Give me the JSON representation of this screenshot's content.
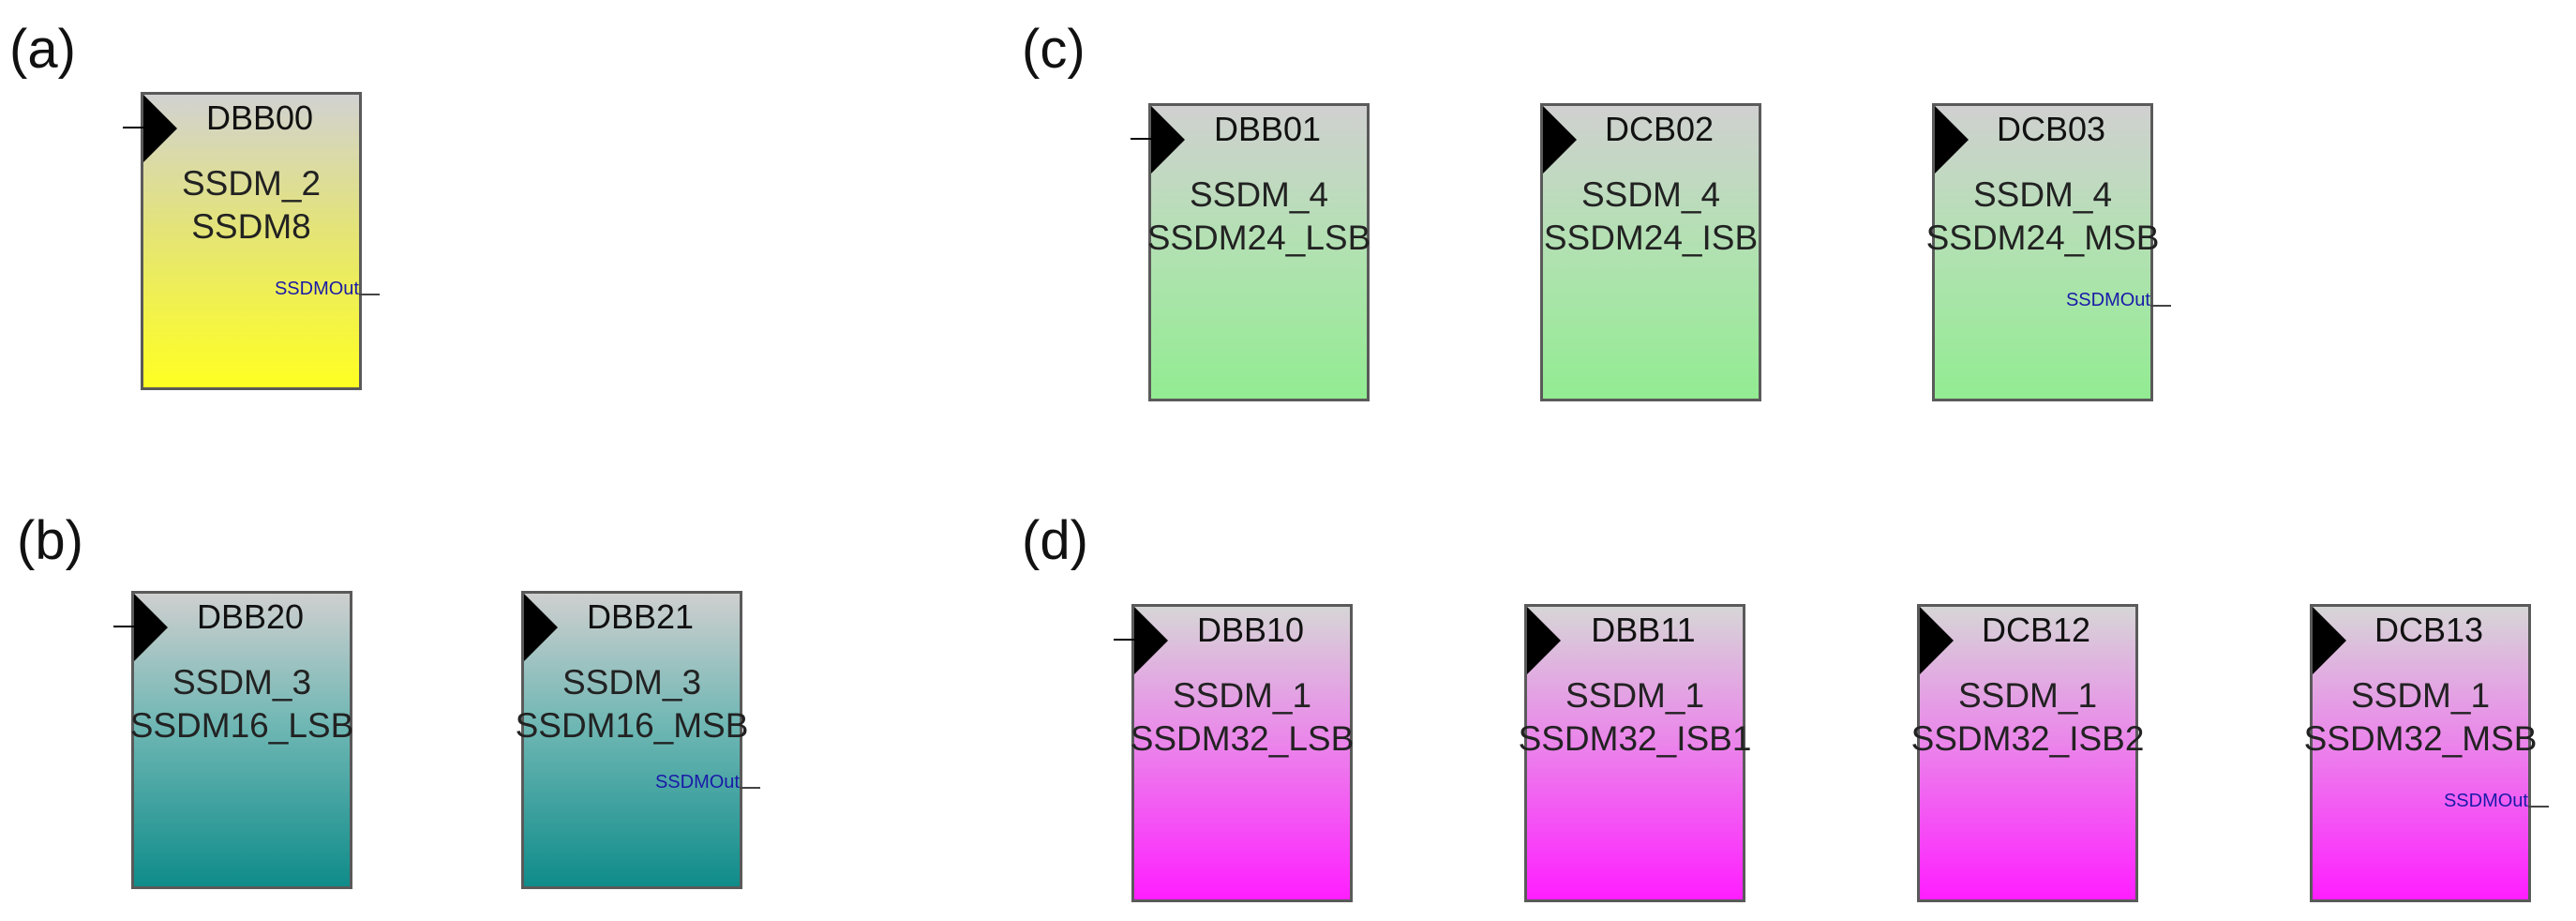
{
  "panels": {
    "a": "(a)",
    "b": "(b)",
    "c": "(c)",
    "d": "(d)"
  },
  "colors": {
    "yellow": "#ffff22",
    "teal": "#0f8c8a",
    "green": "#92ec92",
    "magenta": "#ff1eff",
    "output_label": "#1a1aa8"
  },
  "blocks": {
    "dbb00": {
      "id": "DBB00",
      "line1": "SSDM_2",
      "line2": "SSDM8",
      "output": "SSDMOut"
    },
    "dbb20": {
      "id": "DBB20",
      "line1": "SSDM_3",
      "line2": "SSDM16_LSB"
    },
    "dbb21": {
      "id": "DBB21",
      "line1": "SSDM_3",
      "line2": "SSDM16_MSB",
      "output": "SSDMOut"
    },
    "dbb01": {
      "id": "DBB01",
      "line1": "SSDM_4",
      "line2": "SSDM24_LSB"
    },
    "dcb02": {
      "id": "DCB02",
      "line1": "SSDM_4",
      "line2": "SSDM24_ISB"
    },
    "dcb03": {
      "id": "DCB03",
      "line1": "SSDM_4",
      "line2": "SSDM24_MSB",
      "output": "SSDMOut"
    },
    "dbb10": {
      "id": "DBB10",
      "line1": "SSDM_1",
      "line2": "SSDM32_LSB"
    },
    "dbb11": {
      "id": "DBB11",
      "line1": "SSDM_1",
      "line2": "SSDM32_ISB1"
    },
    "dcb12": {
      "id": "DCB12",
      "line1": "SSDM_1",
      "line2": "SSDM32_ISB2"
    },
    "dcb13": {
      "id": "DCB13",
      "line1": "SSDM_1",
      "line2": "SSDM32_MSB",
      "output": "SSDMOut"
    }
  }
}
